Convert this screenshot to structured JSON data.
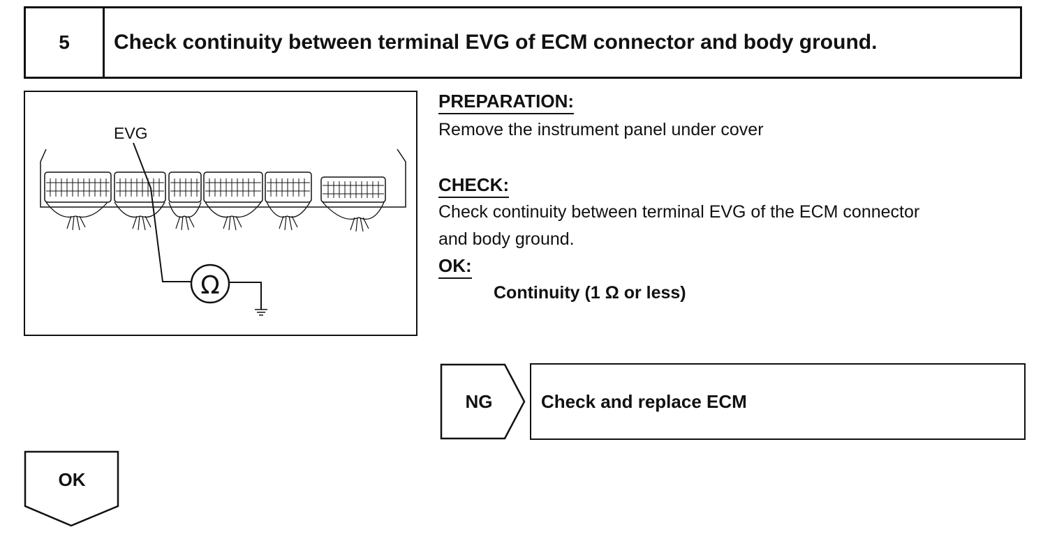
{
  "step": {
    "number": "5",
    "title": "Check continuity between terminal EVG of ECM connector and body ground."
  },
  "figure": {
    "terminal_label": "EVG",
    "meter_symbol": "Ω",
    "ground_symbol": "ground-symbol-icon",
    "ohmmeter_icon": "ohmmeter-icon"
  },
  "preparation": {
    "heading": "PREPARATION:",
    "text": "Remove the instrument panel under cover"
  },
  "check": {
    "heading": "CHECK:",
    "line1": "Check continuity between terminal EVG of the ECM connector",
    "line2": "and body ground."
  },
  "ok_spec": {
    "heading": "OK:",
    "value": "Continuity (1 Ω or less)"
  },
  "ng_branch": {
    "label": "NG",
    "action": "Check and replace ECM"
  },
  "ok_branch": {
    "label": "OK"
  }
}
